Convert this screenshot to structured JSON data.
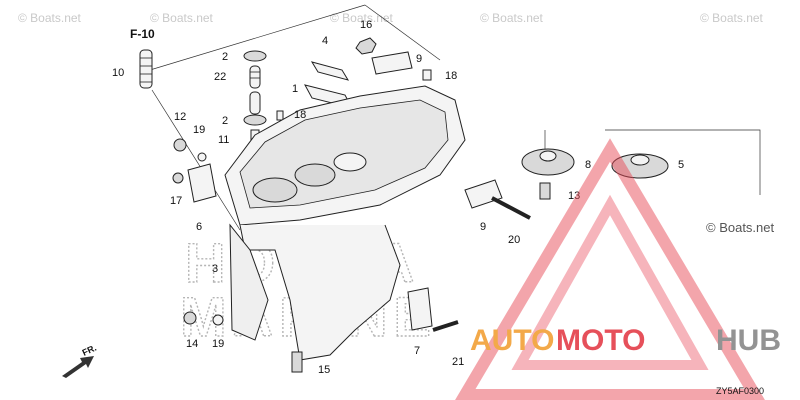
{
  "diagram": {
    "ref_label": "F-10",
    "diagram_code": "ZY5AF0300",
    "direction_label": "FR.",
    "watermark_text": "© Boats.net",
    "side_watermark": "© Boats.net",
    "background_brand_line1": "HONDA",
    "background_brand_line2": "MARINE",
    "logo": {
      "word1": "AUTO",
      "word2": "MOTO",
      "word3": "HUB",
      "colors": {
        "auto": "#f2a23a",
        "moto": "#e4424d",
        "hub": "#8a8a8a",
        "triangle": "#e84c5a"
      }
    },
    "callouts": {
      "c1": "1",
      "c2a": "2",
      "c2b": "2",
      "c3": "3",
      "c4": "4",
      "c5": "5",
      "c6": "6",
      "c7": "7",
      "c8": "8",
      "c9a": "9",
      "c9b": "9",
      "c10": "10",
      "c11": "11",
      "c12": "12",
      "c13": "13",
      "c14": "14",
      "c15": "15",
      "c16": "16",
      "c17": "17",
      "c18a": "18",
      "c18b": "18",
      "c19a": "19",
      "c19b": "19",
      "c20": "20",
      "c21": "21",
      "c22": "22"
    }
  }
}
